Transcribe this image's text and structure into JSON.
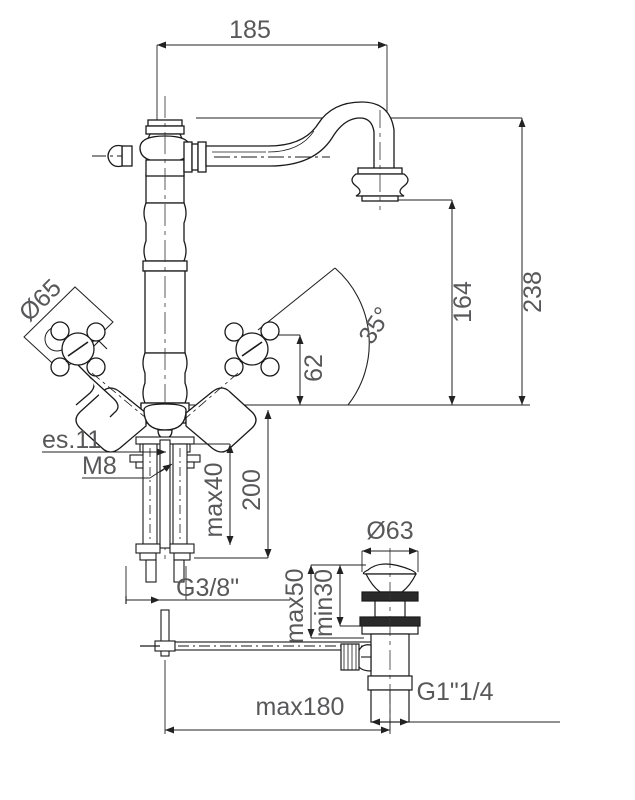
{
  "drawing": {
    "type": "technical-dimension-drawing",
    "subject": "two-handle basin mixer tap with pop-up waste",
    "background_color": "#ffffff",
    "line_color": "#1a1a1a",
    "dimension_text_color": "#58585a",
    "units": "mm"
  },
  "dimensions": {
    "spout_reach": "185",
    "overall_height": "238",
    "spout_outlet_height": "164",
    "handle_height": "62",
    "handle_angle": "35°",
    "handle_diameter": "Ø65",
    "spanner_size": "es.11",
    "thread_stud": "M8",
    "max_thickness": "max40",
    "tail_length": "200",
    "supply_thread": "G3/8\"",
    "waste_cap_diameter": "Ø63",
    "waste_max": "max50",
    "waste_min": "min30",
    "waste_thread": "G1\"1/4",
    "rod_length": "max180"
  },
  "labels": [
    {
      "id": "d-185",
      "text": "185",
      "rotation": 0
    },
    {
      "id": "d-238",
      "text": "238",
      "rotation": -90
    },
    {
      "id": "d-164",
      "text": "164",
      "rotation": -90
    },
    {
      "id": "d-62",
      "text": "62",
      "rotation": -90
    },
    {
      "id": "d-35deg",
      "text": "35°",
      "rotation": -55
    },
    {
      "id": "d-d65",
      "text": "Ø65",
      "rotation": -45
    },
    {
      "id": "d-es11",
      "text": "es.11",
      "rotation": 0
    },
    {
      "id": "d-m8",
      "text": "M8",
      "rotation": 0
    },
    {
      "id": "d-max40",
      "text": "max40",
      "rotation": -90
    },
    {
      "id": "d-200",
      "text": "200",
      "rotation": -90
    },
    {
      "id": "d-g38",
      "text": "G3/8\"",
      "rotation": 0
    },
    {
      "id": "d-d63",
      "text": "Ø63",
      "rotation": 0
    },
    {
      "id": "d-max50",
      "text": "max50",
      "rotation": -90
    },
    {
      "id": "d-min30",
      "text": "min30",
      "rotation": -90
    },
    {
      "id": "d-g114",
      "text": "G1\"1/4",
      "rotation": 0
    },
    {
      "id": "d-max180",
      "text": "max180",
      "rotation": 0
    }
  ]
}
